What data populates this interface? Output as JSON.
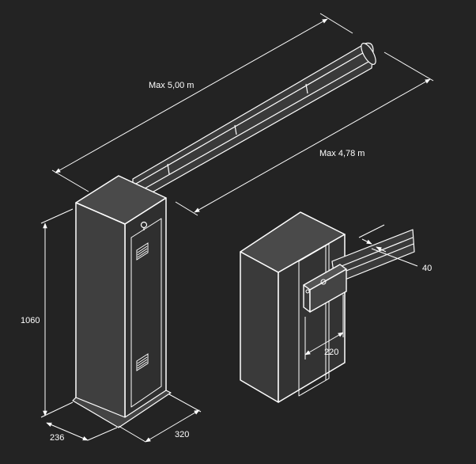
{
  "colors": {
    "background": "#232323",
    "cabinet_face": "#3f3f3f",
    "cabinet_side": "#2f2f2f",
    "cabinet_top": "#4a4a4a",
    "boom": "#3a3a3a",
    "line": "#ffffff"
  },
  "dimensions": {
    "max_length": "Max 5,00 m",
    "clear_length": "Max 4,78 m",
    "height": "1060",
    "depth": "236",
    "width": "320",
    "arm_offset": "40",
    "arm_width": "220"
  },
  "icons": {
    "lock": "lock-icon",
    "vent": "vent-grille-icon"
  }
}
